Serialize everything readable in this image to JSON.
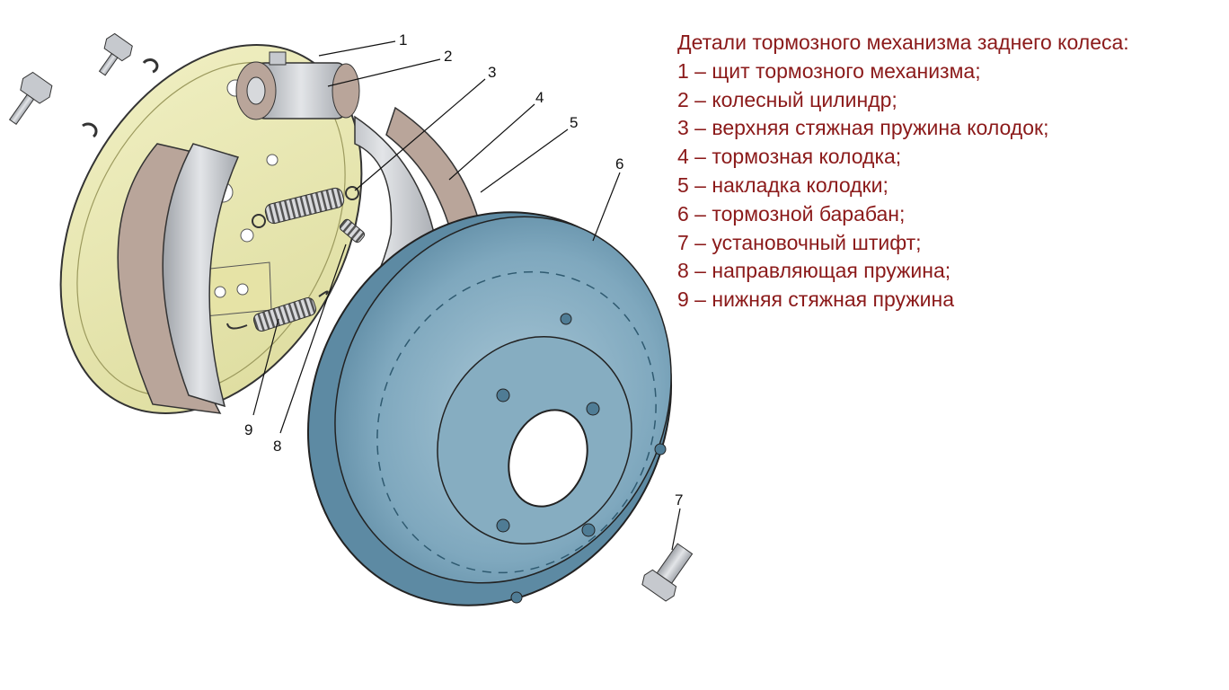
{
  "legend": {
    "title": "Детали тормозного механизма заднего колеса:",
    "items": [
      "1 – щит тормозного механизма;",
      "2 – колесный цилиндр;",
      "3 – верхняя стяжная пружина колодок;",
      "4 – тормозная колодка;",
      "5 – накладка колодки;",
      "6 – тормозной барабан;",
      "7 – установочный штифт;",
      "8 – направляющая пружина;",
      "9 – нижняя стяжная пружина"
    ]
  },
  "callouts": [
    "1",
    "2",
    "3",
    "4",
    "5",
    "6",
    "7",
    "8",
    "9"
  ],
  "colors": {
    "legend_text": "#8b1a1a",
    "backing_plate": "#ecebb0",
    "drum": "#7fa8be",
    "lining": "#b9a59a",
    "shoe_metal": "#c9ccd0"
  }
}
